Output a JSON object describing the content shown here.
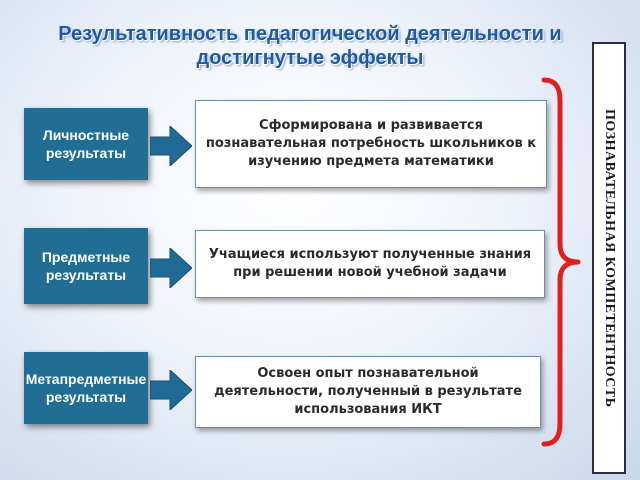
{
  "title": {
    "line1": "Результативность  педагогической  деятельности и",
    "line2": "достигнутые эффекты"
  },
  "rows": [
    {
      "label": "Личностные результаты",
      "description": "Сформирована и развивается познавательная потребность школьников к изучению предмета математики"
    },
    {
      "label": "Предметные результаты",
      "description": "Учащиеся используют полученные знания при решении новой учебной задачи"
    },
    {
      "label": "Метапредметные результаты",
      "description": "Освоен опыт познавательной деятельности, полученный в результате использования ИКТ"
    }
  ],
  "side_label": "ПОЗНАВАТЕЛЬНАЯ КОМПЕТЕНТНОСТЬ",
  "colors": {
    "title": "#1f5a9e",
    "box": "#206e93",
    "arrow": "#1f6b95",
    "brace": "#e02020"
  }
}
